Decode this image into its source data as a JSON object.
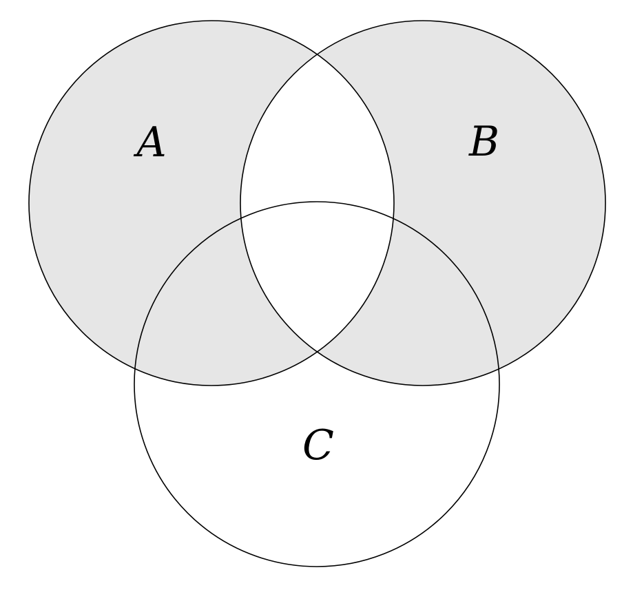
{
  "diagram": {
    "type": "venn",
    "set_count": 3,
    "sets": [
      {
        "label": "A",
        "position": "top-left"
      },
      {
        "label": "B",
        "position": "top-right"
      },
      {
        "label": "C",
        "position": "bottom-center"
      }
    ],
    "shaded_region": "(A ∪ B) − (A ∩ B)",
    "shaded_region_name": "symmetric difference of A and B",
    "unshaded_regions": [
      "A ∩ B",
      "A ∩ B ∩ C",
      "C only",
      "outside"
    ],
    "colors": {
      "shade_fill": "#e6e6e6",
      "stroke": "#000000",
      "background": "#ffffff"
    }
  }
}
